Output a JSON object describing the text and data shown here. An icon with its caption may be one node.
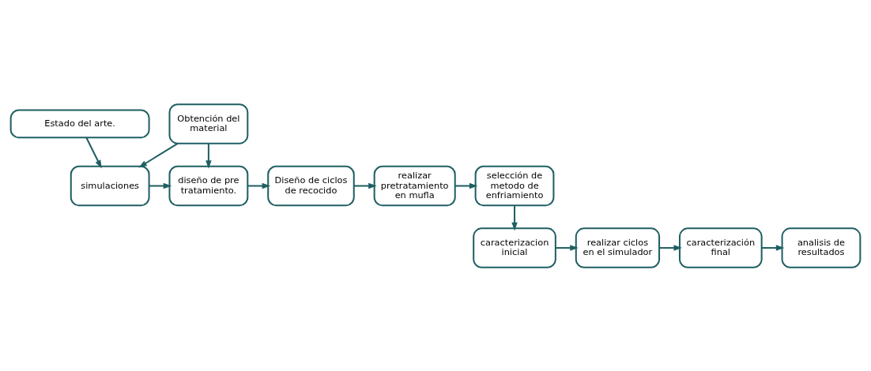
{
  "diagram": {
    "nodes": [
      {
        "text": [
          "Estado del arte."
        ]
      },
      {
        "text": [
          "Obtención del material"
        ]
      },
      {
        "text": [
          "simulaciones"
        ]
      },
      {
        "text": [
          "diseño de pre tratamiento."
        ]
      },
      {
        "text": [
          "Diseño de ciclos de recocido"
        ]
      },
      {
        "text": [
          "realizar pretratamiento en mufla"
        ]
      },
      {
        "text": [
          "selección de metodo de enfriamiento"
        ]
      },
      {
        "text": [
          "caracterizacion inicial"
        ]
      },
      {
        "text": [
          "realizar ciclos en el simulador"
        ]
      },
      {
        "text": [
          "caracterización final"
        ]
      },
      {
        "text": [
          "analisis de resultados"
        ]
      }
    ],
    "edges": [
      {
        "from": 0,
        "to": 2,
        "arrow": "to"
      },
      {
        "from": 1,
        "to": 2,
        "arrow": "to"
      },
      {
        "from": 1,
        "to": 3,
        "arrow": "to"
      },
      {
        "from": 2,
        "to": 3,
        "arrow": "to"
      },
      {
        "from": 3,
        "to": 4,
        "arrow": "to"
      },
      {
        "from": 4,
        "to": 5,
        "arrow": "to"
      },
      {
        "from": 5,
        "to": 6,
        "arrow": "to"
      },
      {
        "from": 6,
        "to": 7,
        "arrow": "to"
      },
      {
        "from": 7,
        "to": 8,
        "arrow": "to"
      },
      {
        "from": 8,
        "to": 9,
        "arrow": "to"
      },
      {
        "from": 9,
        "to": 10,
        "arrow": "to"
      }
    ]
  }
}
